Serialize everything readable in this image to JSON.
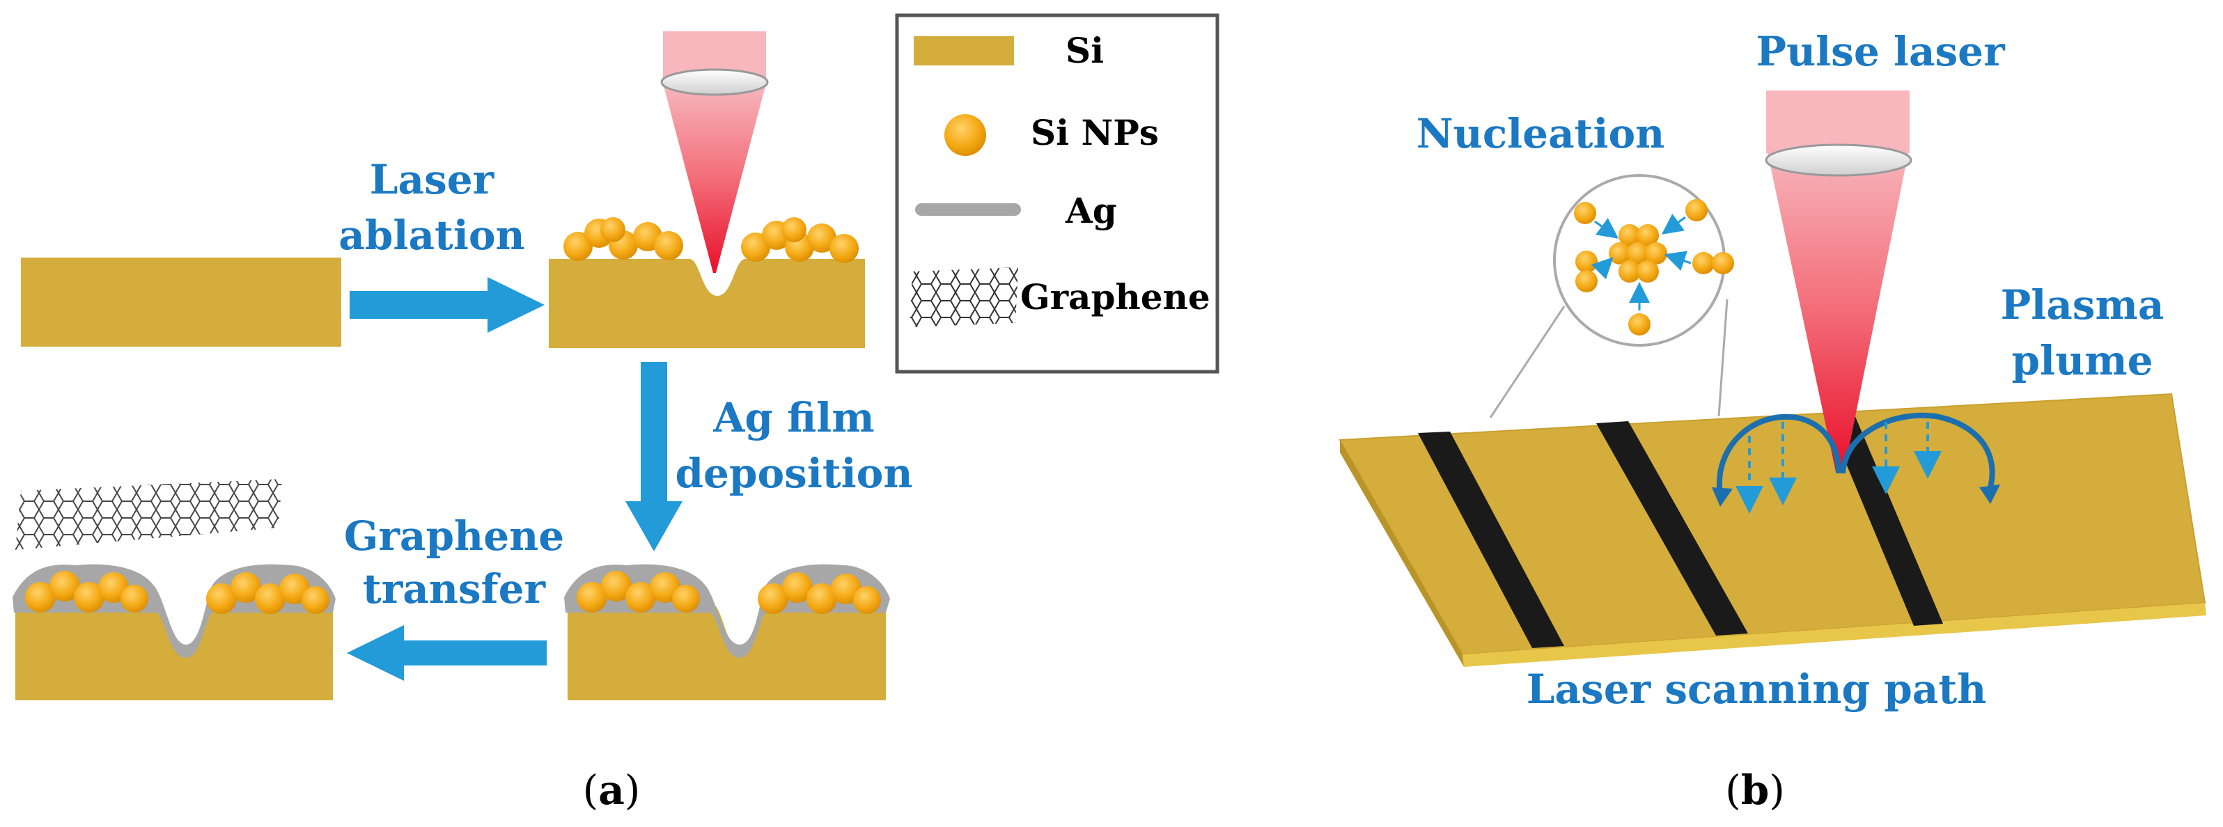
{
  "colors": {
    "si": "#d4ad3c",
    "si_edge": "#b58f24",
    "np": "#f2a814",
    "ag": "#a7a7a7",
    "arrow": "#229bd8",
    "label": "#1b78c2",
    "laser": "#ee2233",
    "track": "#1a1a1a"
  },
  "legend": {
    "si": "Si",
    "si_nps": "Si NPs",
    "ag": "Ag",
    "graphene": "Graphene"
  },
  "panel_a": {
    "laser_ablation_line1": "Laser",
    "laser_ablation_line2": "ablation",
    "ag_film_line1": "Ag film",
    "ag_film_line2": "deposition",
    "graphene_transfer_line1": "Graphene",
    "graphene_transfer_line2": "transfer",
    "caption_open": "(",
    "caption_letter": "a",
    "caption_close": ")"
  },
  "panel_b": {
    "pulse_laser": "Pulse laser",
    "nucleation": "Nucleation",
    "plasma_line1": "Plasma",
    "plasma_line2": "plume",
    "scanning_path": "Laser scanning path",
    "caption_open": "(",
    "caption_letter": "b",
    "caption_close": ")"
  }
}
